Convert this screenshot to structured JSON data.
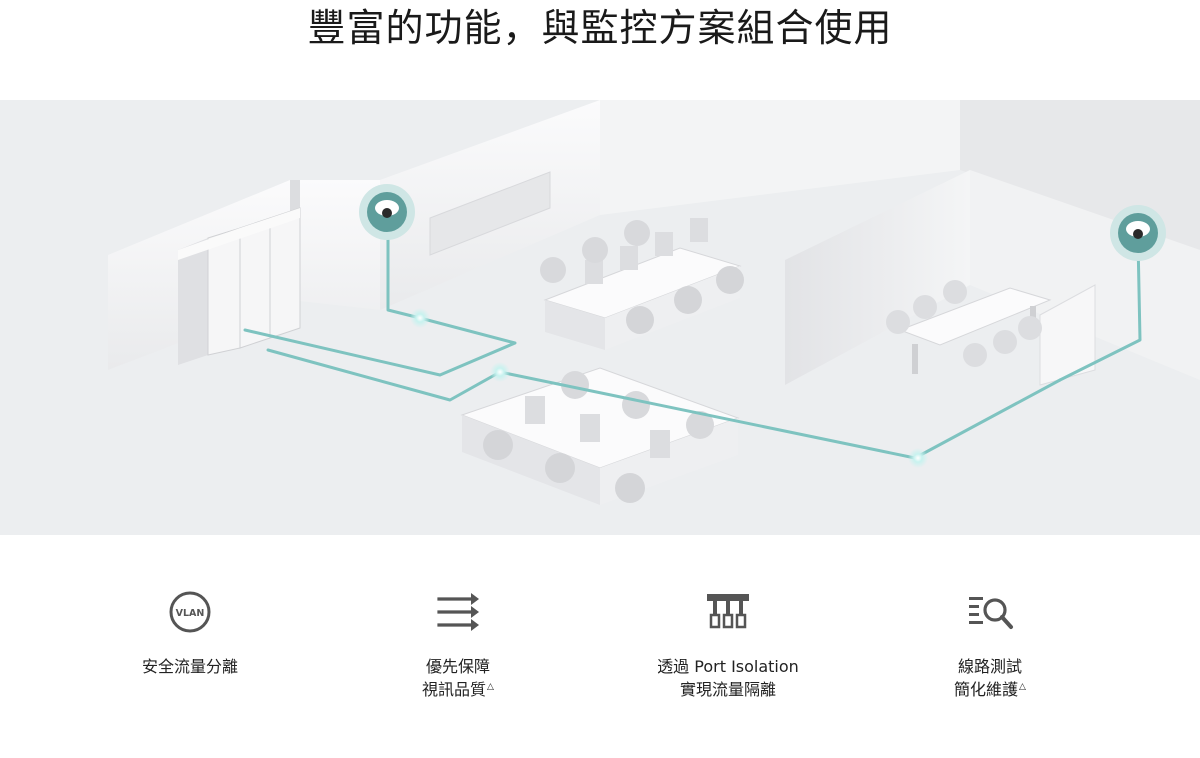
{
  "header": {
    "title": "豐富的功能，與監控方案組合使用"
  },
  "colors": {
    "accent": "#5fb8b6",
    "icon_gray": "#555555",
    "floor": "#eff0f1"
  },
  "features": [
    {
      "icon": "vlan-icon",
      "badge": "VLAN",
      "line1": "安全流量分離",
      "line2": "",
      "mark": ""
    },
    {
      "icon": "priority-arrows-icon",
      "badge": "",
      "line1": "優先保障",
      "line2": "視訊品質",
      "mark": "△"
    },
    {
      "icon": "port-isolation-icon",
      "badge": "",
      "line1": "透過 Port Isolation",
      "line2": "實現流量隔離",
      "mark": ""
    },
    {
      "icon": "cable-test-search-icon",
      "badge": "",
      "line1": "線路測試",
      "line2": "簡化維護",
      "mark": "△"
    }
  ]
}
